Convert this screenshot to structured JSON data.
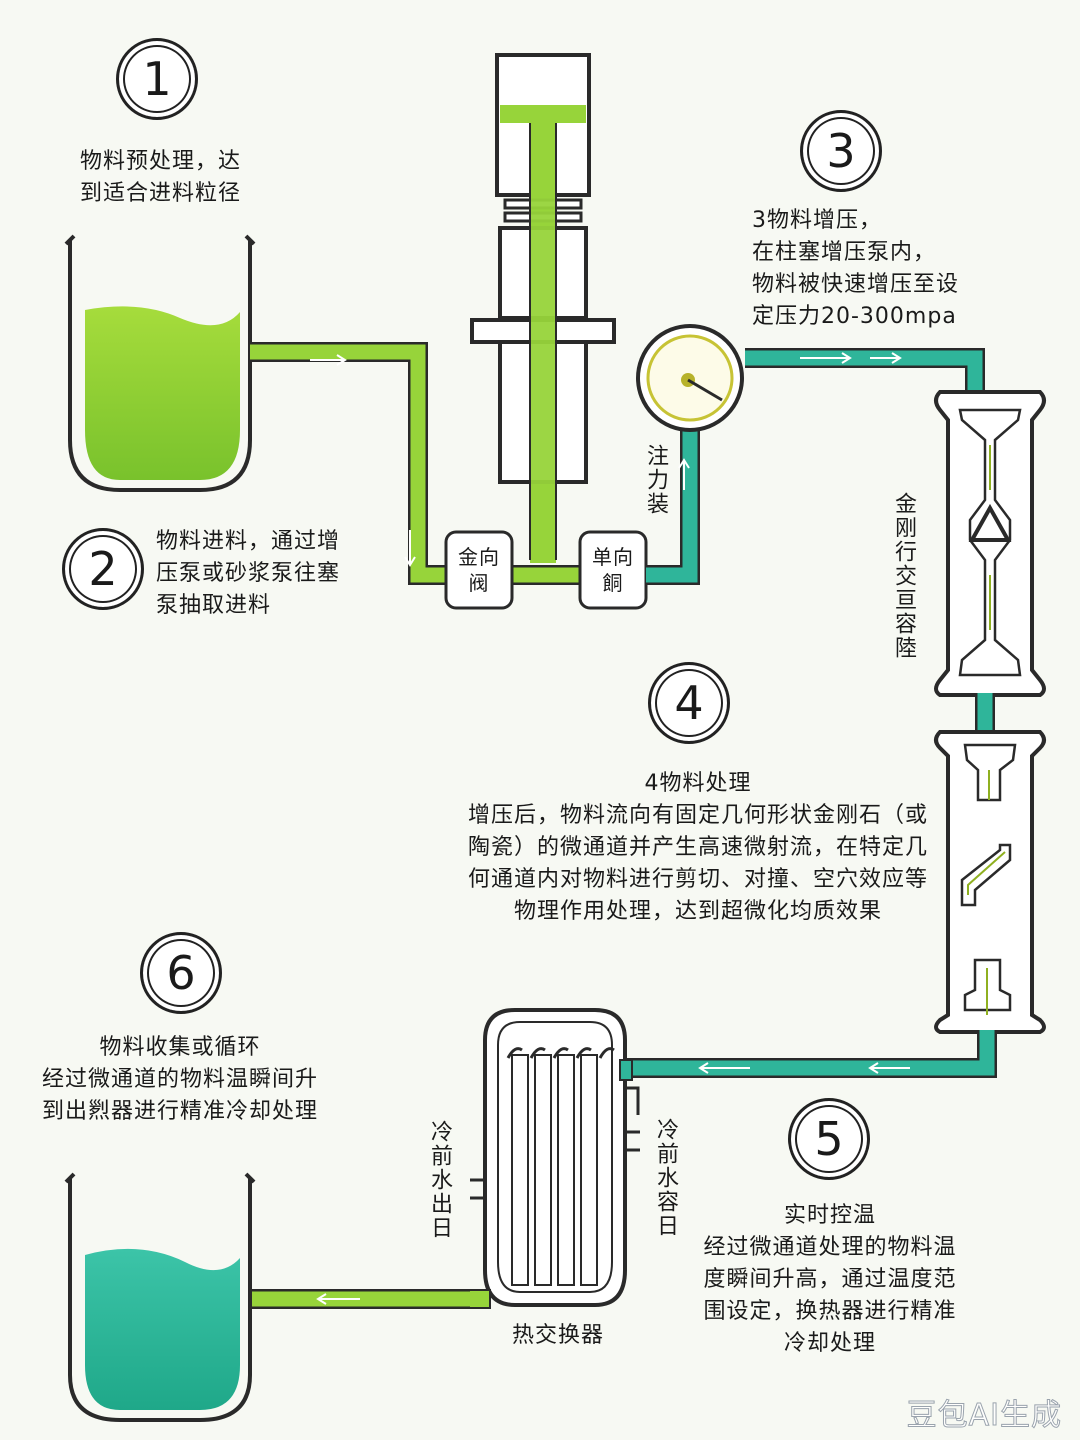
{
  "steps": {
    "s1": {
      "num": "1",
      "text": "物料预处理，达\n到适合进料粒径"
    },
    "s2": {
      "num": "2",
      "text": "物料进料，通过增\n压泵或砂浆泵往塞\n泵抽取进料"
    },
    "s3": {
      "num": "3",
      "text": "3物料增压，\n在柱塞增压泵内，\n物料被快速增压至设\n定压力20-300mpa"
    },
    "s4": {
      "num": "4",
      "text": "4物料处理\n增压后，物料流向有固定几何形状金刚石（或\n陶瓷）的微通道并产生高速微射流，在特定几\n何通道内对物料进行剪切、对撞、空穴效应等\n物理作用处理，达到超微化均质效果"
    },
    "s5": {
      "num": "5",
      "text": "实时控温\n经过微通道处理的物料温\n度瞬间升高，通过温度范\n围设定，换热器进行精准\n冷却处理"
    },
    "s6": {
      "num": "6",
      "text": "物料收集或循环\n经过微通道的物料温瞬间升\n到出煭器进行精准冷却处理"
    }
  },
  "labels": {
    "valve1": "金向\n阀",
    "valve2": "单向\n餇",
    "gauge": "注力装",
    "chamber": "金刚行交亘容陸",
    "coolant_out": "冷前水出日",
    "coolant_in": "冷前水容日",
    "heat_exchanger": "热交换器"
  },
  "watermark": "豆包AI生成",
  "colors": {
    "lime": "#8fd033",
    "teal": "#2fb59a",
    "outline": "#2a2a2a"
  }
}
